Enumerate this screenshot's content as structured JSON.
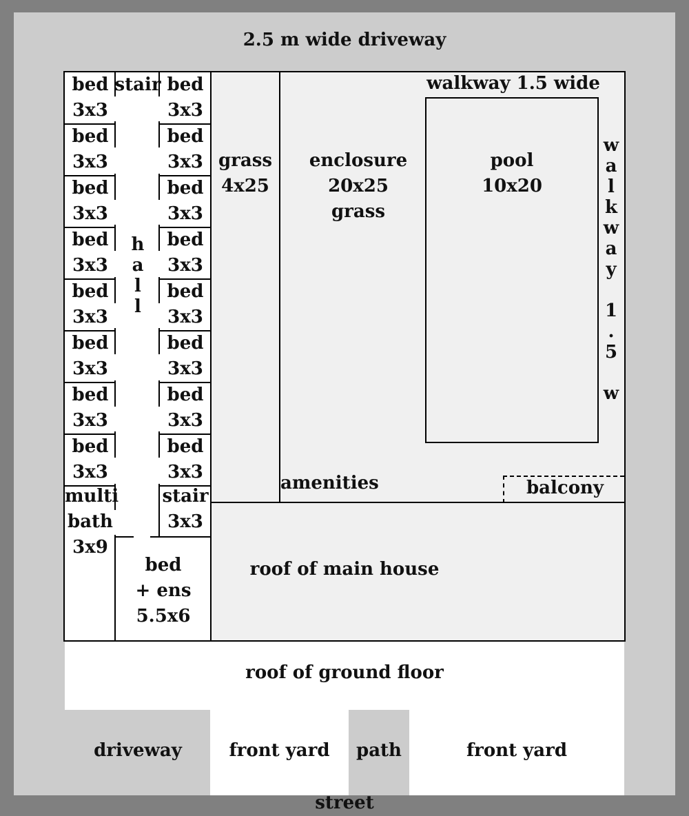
{
  "colors": {
    "frame": "#808080",
    "driveway_area": "#cccccc",
    "floor": "#f0f0f0",
    "roof_ground": "#ffffff",
    "wall": "#000000"
  },
  "driveway_top": "2.5 m wide driveway",
  "walkway_top": "walkway 1.5 wide",
  "walkway_side": [
    "w",
    "a",
    "l",
    "k",
    "w",
    "a",
    "y",
    "1",
    ".",
    "5",
    "w"
  ],
  "rooms": {
    "left_beds": [
      {
        "line1": "bed",
        "line2": "3x3"
      },
      {
        "line1": "bed",
        "line2": "3x3"
      },
      {
        "line1": "bed",
        "line2": "3x3"
      },
      {
        "line1": "bed",
        "line2": "3x3"
      },
      {
        "line1": "bed",
        "line2": "3x3"
      },
      {
        "line1": "bed",
        "line2": "3x3"
      },
      {
        "line1": "bed",
        "line2": "3x3"
      },
      {
        "line1": "bed",
        "line2": "3x3"
      }
    ],
    "right_beds": [
      {
        "line1": "bed",
        "line2": "3x3"
      },
      {
        "line1": "bed",
        "line2": "3x3"
      },
      {
        "line1": "bed",
        "line2": "3x3"
      },
      {
        "line1": "bed",
        "line2": "3x3"
      },
      {
        "line1": "bed",
        "line2": "3x3"
      },
      {
        "line1": "bed",
        "line2": "3x3"
      },
      {
        "line1": "bed",
        "line2": "3x3"
      },
      {
        "line1": "bed",
        "line2": "3x3"
      }
    ],
    "stair_top": "stair",
    "hall": [
      "h",
      "a",
      "l",
      "l"
    ],
    "multi_bath": [
      "multi",
      "bath",
      "3x9"
    ],
    "stair_bottom": [
      "stair",
      "3x3"
    ],
    "bed_ensuite": [
      "bed",
      "+ ens",
      "5.5x6"
    ],
    "grass_strip": [
      "grass",
      "4x25"
    ],
    "enclosure": [
      "enclosure",
      "20x25",
      "grass"
    ],
    "pool": [
      "pool",
      "10x20"
    ],
    "amenities": "amenities",
    "balcony": "balcony",
    "roof_main": "roof of main house"
  },
  "roof_ground": "roof of ground floor",
  "bottom": {
    "driveway": "driveway",
    "front_yard_left": "front yard",
    "path": "path",
    "front_yard_right": "front yard",
    "street": "street"
  }
}
